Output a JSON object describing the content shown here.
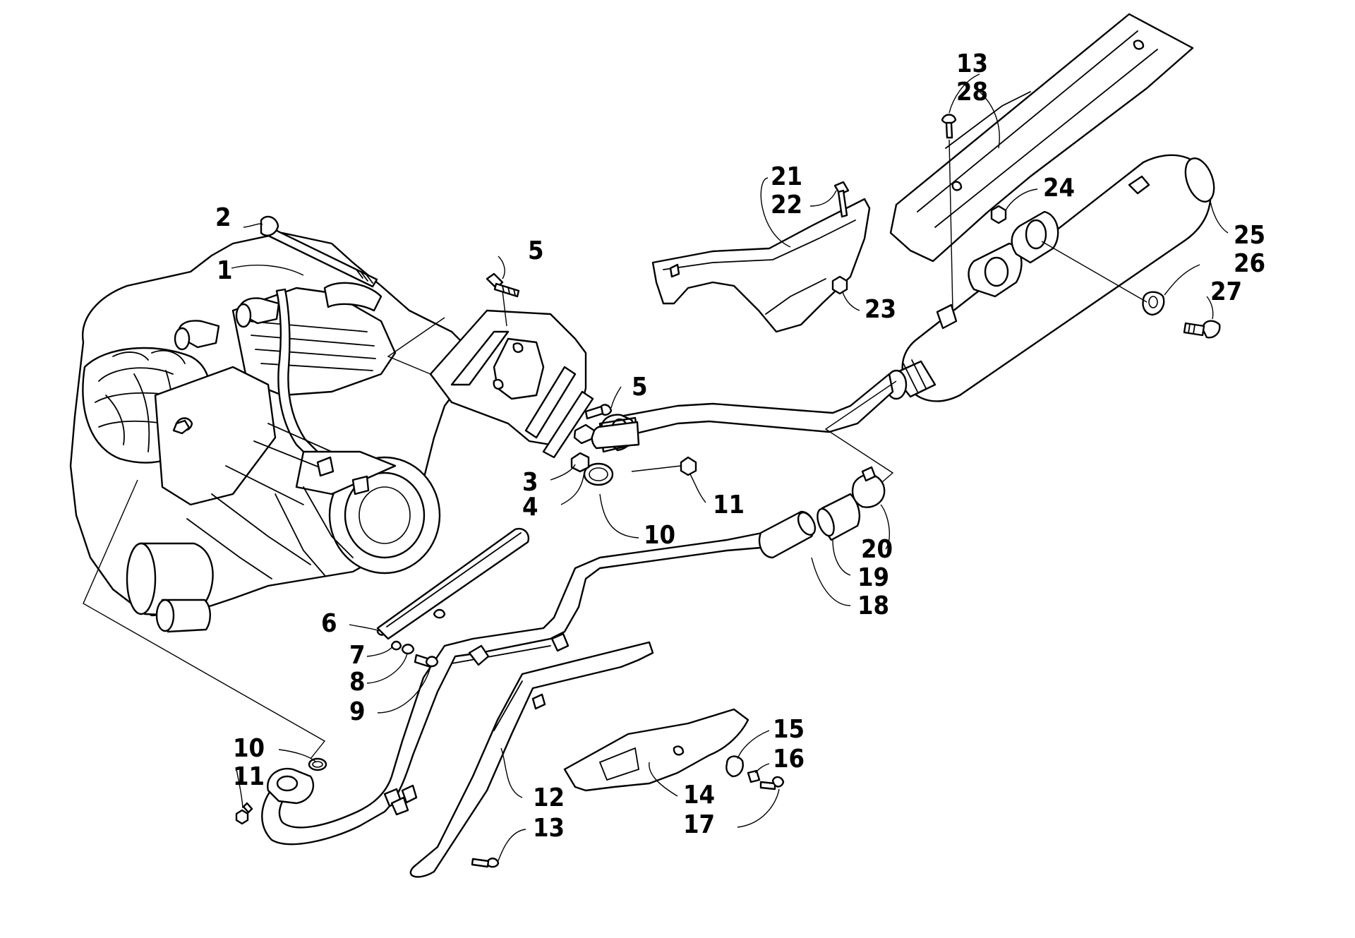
{
  "diagram": {
    "callouts": [
      {
        "id": "c1",
        "text": "1"
      },
      {
        "id": "c2",
        "text": "2"
      },
      {
        "id": "c3",
        "text": "3"
      },
      {
        "id": "c4",
        "text": "4"
      },
      {
        "id": "c5a",
        "text": "5"
      },
      {
        "id": "c5b",
        "text": "5"
      },
      {
        "id": "c6",
        "text": "6"
      },
      {
        "id": "c7",
        "text": "7"
      },
      {
        "id": "c8",
        "text": "8"
      },
      {
        "id": "c9",
        "text": "9"
      },
      {
        "id": "c10a",
        "text": "10"
      },
      {
        "id": "c10b",
        "text": "10"
      },
      {
        "id": "c11a",
        "text": "11"
      },
      {
        "id": "c11b",
        "text": "11"
      },
      {
        "id": "c12",
        "text": "12"
      },
      {
        "id": "c13a",
        "text": "13"
      },
      {
        "id": "c13b",
        "text": "13"
      },
      {
        "id": "c14",
        "text": "14"
      },
      {
        "id": "c15",
        "text": "15"
      },
      {
        "id": "c16",
        "text": "16"
      },
      {
        "id": "c17",
        "text": "17"
      },
      {
        "id": "c18",
        "text": "18"
      },
      {
        "id": "c19",
        "text": "19"
      },
      {
        "id": "c20",
        "text": "20"
      },
      {
        "id": "c21",
        "text": "21"
      },
      {
        "id": "c22",
        "text": "22"
      },
      {
        "id": "c23",
        "text": "23"
      },
      {
        "id": "c24",
        "text": "24"
      },
      {
        "id": "c25",
        "text": "25"
      },
      {
        "id": "c26",
        "text": "26"
      },
      {
        "id": "c27",
        "text": "27"
      },
      {
        "id": "c28",
        "text": "28"
      }
    ]
  }
}
